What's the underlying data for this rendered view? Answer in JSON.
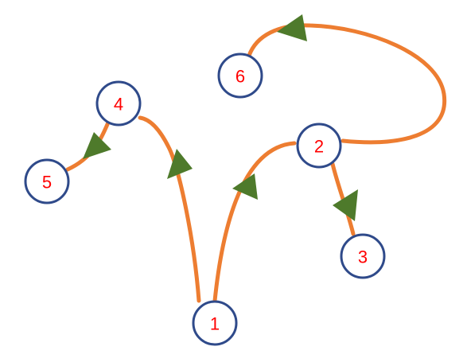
{
  "diagram": {
    "colors": {
      "edge": "#ED7D31",
      "arrow": "#4E7A2B",
      "node_border": "#2F4A8A",
      "node_label": "#FF0000"
    },
    "nodes": [
      {
        "id": "1",
        "label": "1"
      },
      {
        "id": "2",
        "label": "2"
      },
      {
        "id": "3",
        "label": "3"
      },
      {
        "id": "4",
        "label": "4"
      },
      {
        "id": "5",
        "label": "5"
      },
      {
        "id": "6",
        "label": "6"
      }
    ],
    "edges": [
      {
        "from": "1",
        "to": "2"
      },
      {
        "from": "1",
        "to": "4"
      },
      {
        "from": "2",
        "to": "3"
      },
      {
        "from": "2",
        "to": "6"
      },
      {
        "from": "4",
        "to": "5"
      }
    ]
  }
}
